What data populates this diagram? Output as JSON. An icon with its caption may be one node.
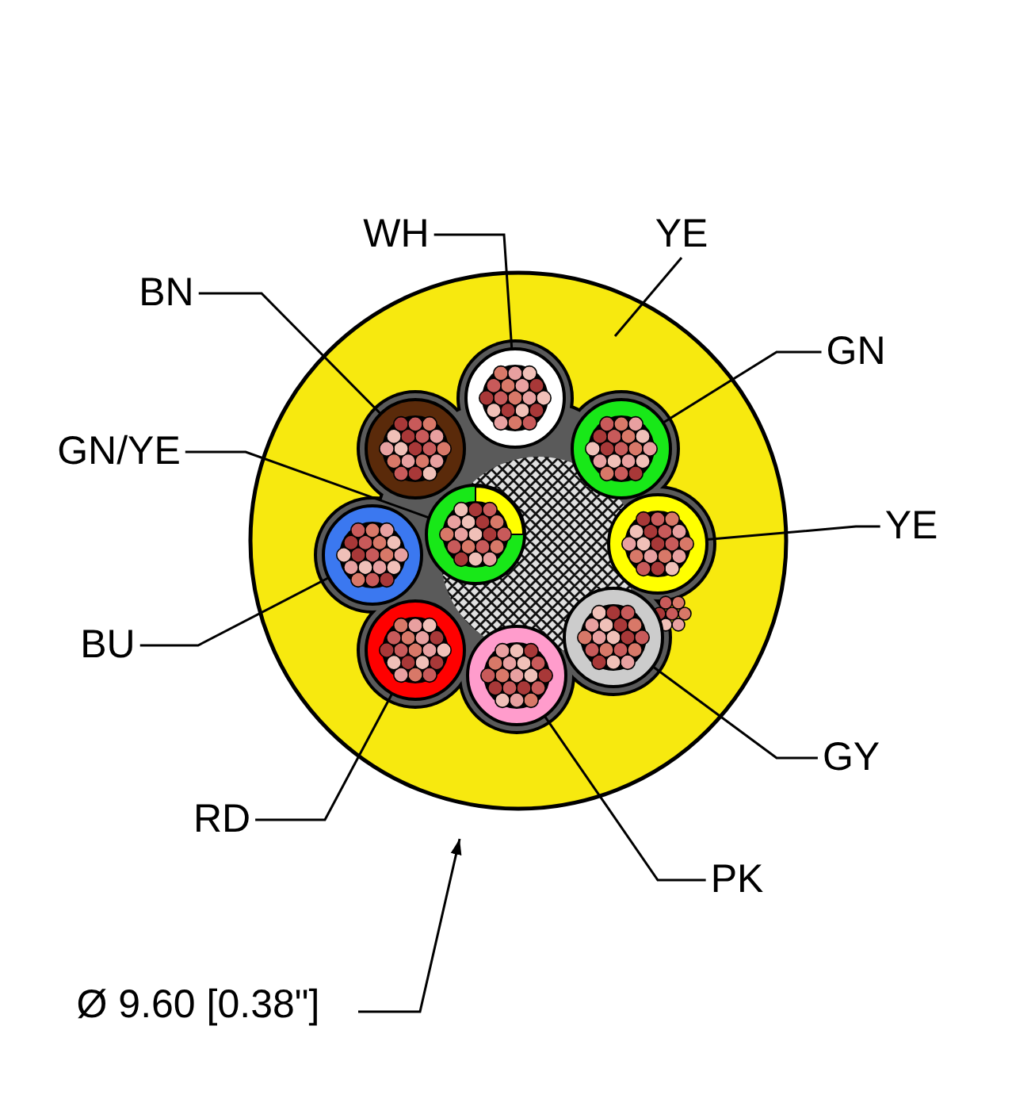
{
  "diagram": {
    "nodes": [
      {
        "text": [],
        "shape": "circle"
      },
      {
        "text": [],
        "shape": "circle",
        "in": 0
      },
      {
        "text": [],
        "shape": "circle",
        "in": 0
      },
      {
        "text": [],
        "shape": "circle",
        "in": 0
      },
      {
        "text": [],
        "shape": "circle",
        "in": 0
      },
      {
        "text": [],
        "shape": "circle",
        "in": 0
      },
      {
        "text": [],
        "shape": "circle",
        "in": 0
      },
      {
        "text": [],
        "shape": "circle",
        "in": 0
      },
      {
        "text": [],
        "shape": "circle",
        "in": 0
      },
      {
        "text": [],
        "shape": "circle",
        "in": 0
      },
      {
        "text": [
          "WH"
        ]
      },
      {
        "text": [
          "YE"
        ]
      },
      {
        "text": [
          "BN"
        ]
      },
      {
        "text": [
          "GN"
        ]
      },
      {
        "text": [
          "GN/YE"
        ]
      },
      {
        "text": [
          "YE"
        ]
      },
      {
        "text": [
          "BU"
        ]
      },
      {
        "text": [
          "GY"
        ]
      },
      {
        "text": [
          "RD"
        ]
      },
      {
        "text": [
          "PK"
        ]
      }
    ],
    "edges": [
      {
        "from": 10,
        "to": 1,
        "arrow": "none"
      },
      {
        "from": 11,
        "to": 0,
        "arrow": "none"
      },
      {
        "from": 12,
        "to": 8,
        "arrow": "none"
      },
      {
        "from": 13,
        "to": 2,
        "arrow": "none"
      },
      {
        "from": 14,
        "to": 9,
        "arrow": "none"
      },
      {
        "from": 15,
        "to": 3,
        "arrow": "none"
      },
      {
        "from": 16,
        "to": 7,
        "arrow": "none"
      },
      {
        "from": 17,
        "to": 4,
        "arrow": "none"
      },
      {
        "from": 18,
        "to": 6,
        "arrow": "none"
      },
      {
        "from": 19,
        "to": 5,
        "arrow": "none"
      }
    ],
    "labels": [
      "Ø 9.60 [0.38\"]"
    ]
  }
}
